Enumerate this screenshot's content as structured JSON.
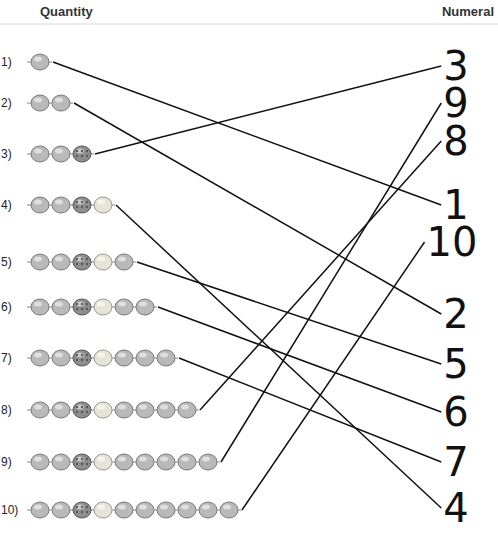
{
  "diagram": {
    "nodes": [
      {
        "text": [
          "1)"
        ]
      },
      {
        "text": [
          "2)"
        ]
      },
      {
        "text": [
          "3)"
        ]
      },
      {
        "text": [
          "4)"
        ]
      },
      {
        "text": [
          "5)"
        ]
      },
      {
        "text": [
          "6)"
        ]
      },
      {
        "text": [
          "7)"
        ]
      },
      {
        "text": [
          "8)"
        ]
      },
      {
        "text": [
          "9)"
        ]
      },
      {
        "text": [
          "10)"
        ]
      },
      {
        "text": [
          "3"
        ]
      },
      {
        "text": [
          "9"
        ]
      },
      {
        "text": [
          "8"
        ]
      },
      {
        "text": [
          "1"
        ]
      },
      {
        "text": [
          "10"
        ]
      },
      {
        "text": [
          "2"
        ]
      },
      {
        "text": [
          "5"
        ]
      },
      {
        "text": [
          "6"
        ]
      },
      {
        "text": [
          "7"
        ]
      },
      {
        "text": [
          "4"
        ]
      }
    ],
    "edges": [
      {
        "from": 0,
        "to": 13,
        "arrow": "none"
      },
      {
        "from": 1,
        "to": 15,
        "arrow": "none"
      },
      {
        "from": 2,
        "to": 10,
        "arrow": "none"
      },
      {
        "from": 3,
        "to": 19,
        "arrow": "none"
      },
      {
        "from": 4,
        "to": 16,
        "arrow": "none"
      },
      {
        "from": 5,
        "to": 17,
        "arrow": "none"
      },
      {
        "from": 6,
        "to": 18,
        "arrow": "none"
      },
      {
        "from": 7,
        "to": 12,
        "arrow": "none"
      },
      {
        "from": 8,
        "to": 11,
        "arrow": "none"
      },
      {
        "from": 9,
        "to": 14,
        "arrow": "none"
      }
    ],
    "labels": [
      "Quantity",
      "Numeral"
    ]
  }
}
